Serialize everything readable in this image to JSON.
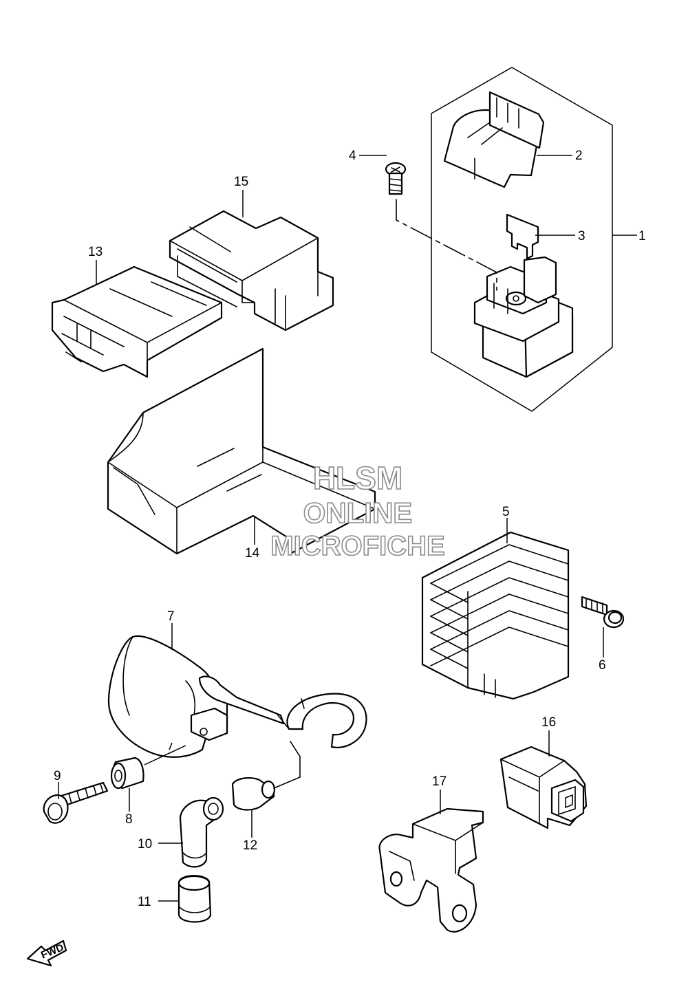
{
  "watermark": {
    "line1": "HLSM",
    "line2": "ONLINE",
    "line3": "MICROFICHE"
  },
  "direction_label": "FWD",
  "callouts": {
    "p1": "1",
    "p2": "2",
    "p3": "3",
    "p4": "4",
    "p5": "5",
    "p6": "6",
    "p7": "7",
    "p8": "8",
    "p9": "9",
    "p10": "10",
    "p11": "11",
    "p12": "12",
    "p13": "13",
    "p14": "14",
    "p15": "15",
    "p16": "16",
    "p17": "17"
  }
}
